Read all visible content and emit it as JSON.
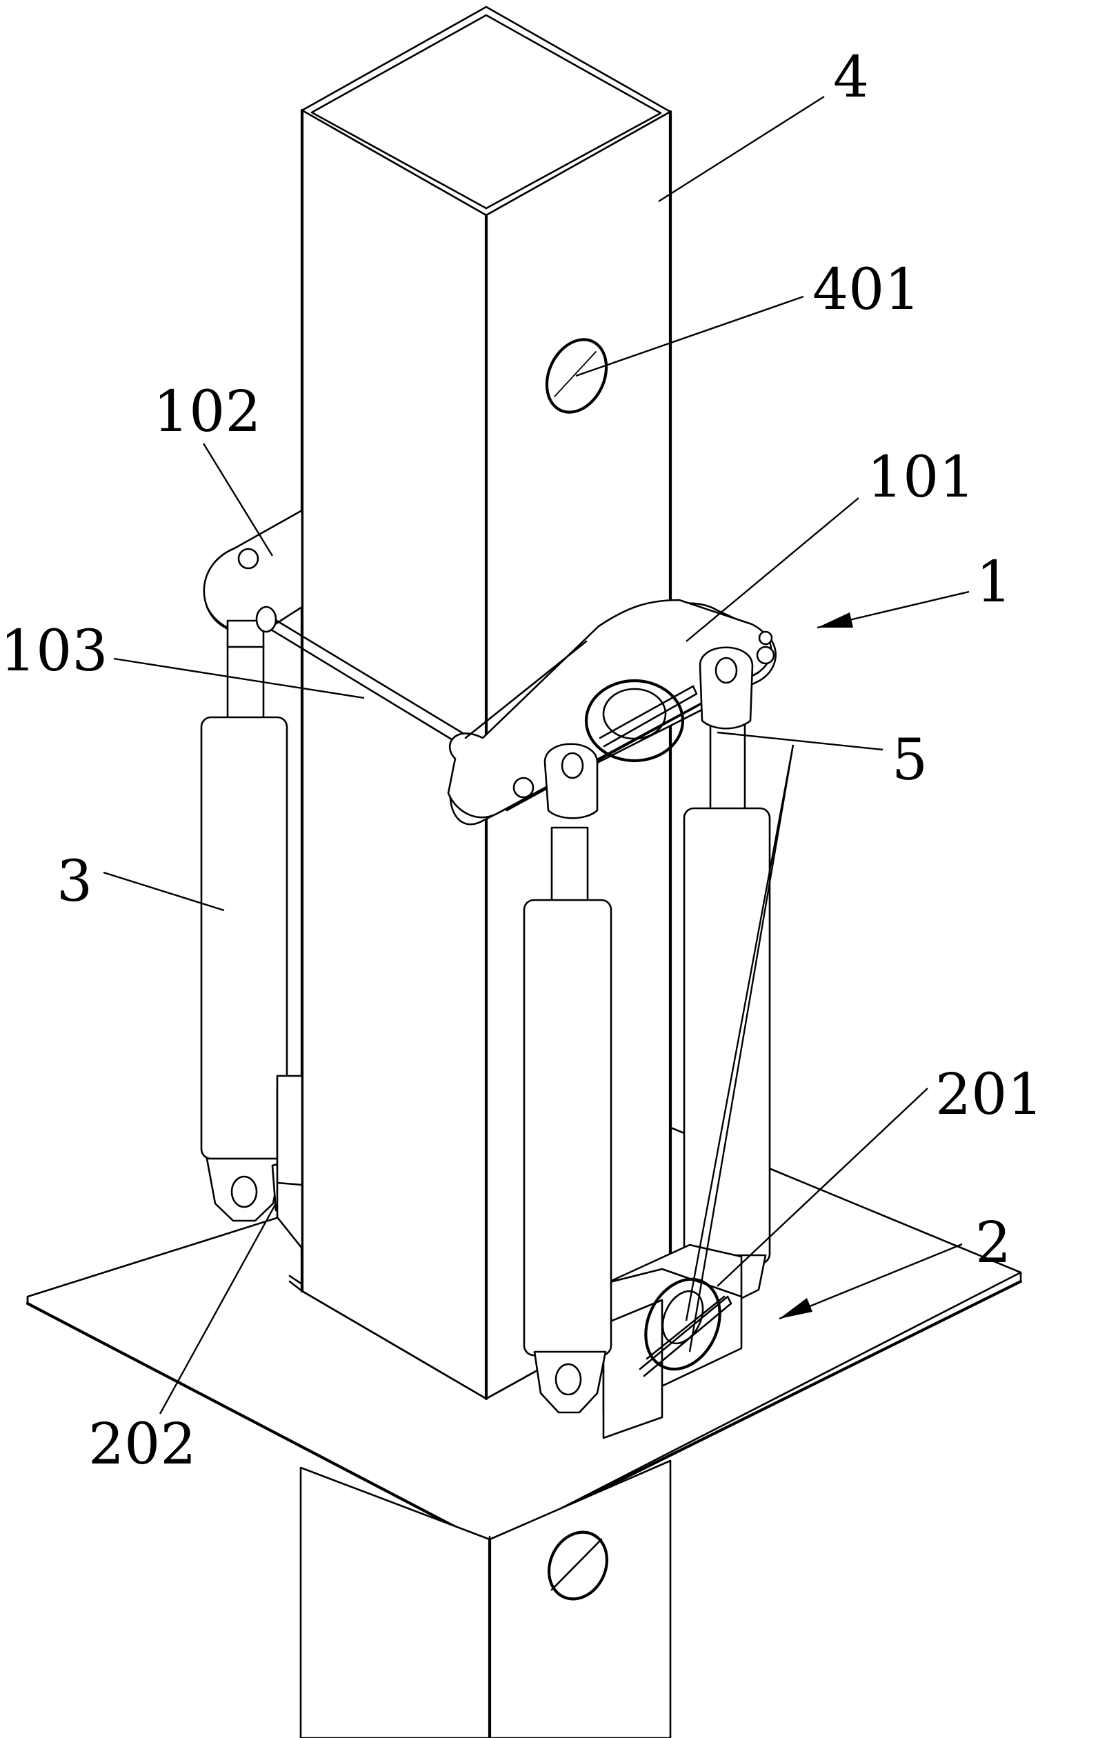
{
  "labels": {
    "l4": "4",
    "l401": "401",
    "l102": "102",
    "l101": "101",
    "l1": "1",
    "l103": "103",
    "l5": "5",
    "l3": "3",
    "l201": "201",
    "l2": "2",
    "l202": "202"
  }
}
